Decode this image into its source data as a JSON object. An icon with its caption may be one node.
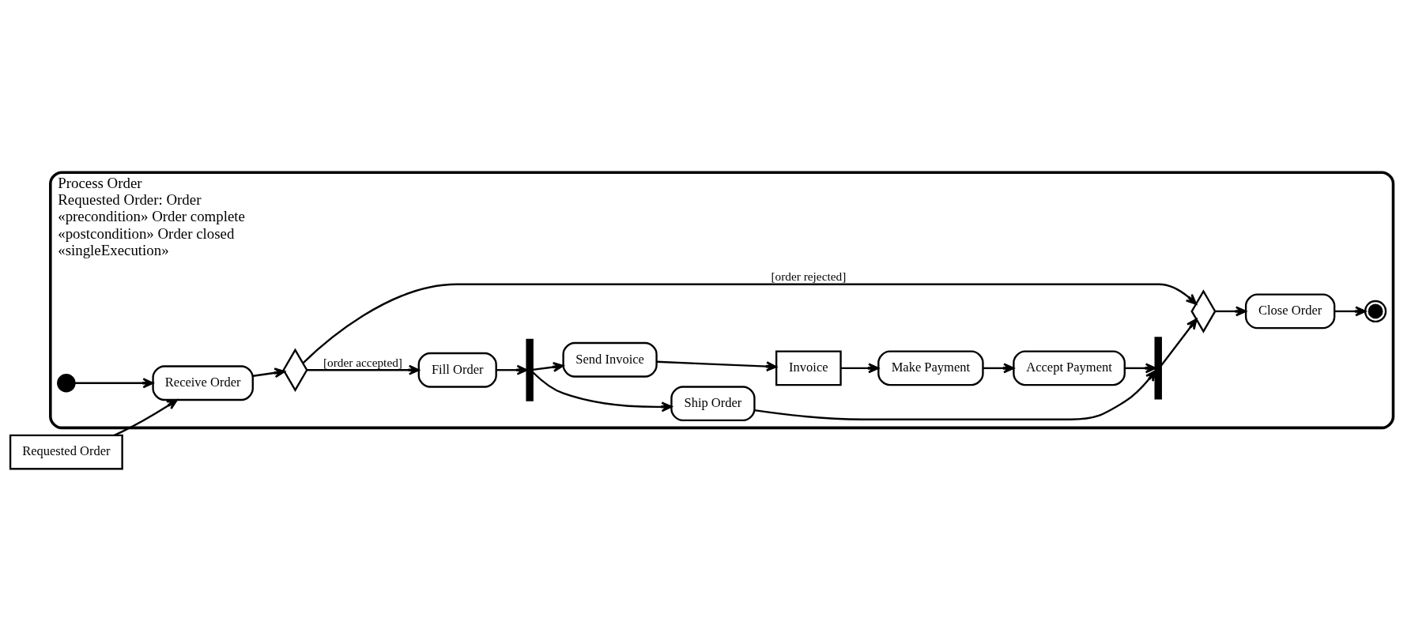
{
  "diagram": {
    "nodes": [
      {
        "text": [
          "Process Order",
          "Requested Order: Order",
          "«precondition» Order complete",
          "«postcondition» Order closed",
          "«singleExecution»"
        ]
      },
      {
        "text": [
          "Requested Order"
        ]
      },
      {
        "text": [
          "Receive Order"
        ],
        "in": 0
      },
      {
        "text": [],
        "shape": "dot",
        "in": 0
      },
      {
        "text": [],
        "shape": "diamond",
        "in": 0
      },
      {
        "text": [
          "Fill Order"
        ],
        "in": 0
      },
      {
        "text": [],
        "shape": "bar",
        "in": 0
      },
      {
        "text": [
          "Ship Order"
        ],
        "in": 0
      },
      {
        "text": [
          "Send Invoice"
        ],
        "in": 0
      },
      {
        "text": [
          "Invoice"
        ],
        "in": 0
      },
      {
        "text": [
          "Make Payment"
        ],
        "in": 0
      },
      {
        "text": [
          "Accept Payment"
        ],
        "in": 0
      },
      {
        "text": [],
        "shape": "bar",
        "in": 0
      },
      {
        "text": [],
        "shape": "diamond",
        "in": 0
      },
      {
        "text": [
          "Close Order"
        ],
        "in": 0
      },
      {
        "text": [],
        "shape": "bullseye",
        "in": 0
      }
    ],
    "edges": [
      {
        "from": 1,
        "to": 2,
        "arrow": "to"
      },
      {
        "from": 3,
        "to": 2,
        "arrow": "to"
      },
      {
        "from": 2,
        "to": 4,
        "arrow": "to"
      },
      {
        "from": 4,
        "to": 5,
        "arrow": "to",
        "label": "[order accepted]"
      },
      {
        "from": 4,
        "to": 13,
        "arrow": "to",
        "label": "[order rejected]"
      },
      {
        "from": 5,
        "to": 6,
        "arrow": "to"
      },
      {
        "from": 6,
        "to": 7,
        "arrow": "to"
      },
      {
        "from": 6,
        "to": 8,
        "arrow": "to"
      },
      {
        "from": 8,
        "to": 9,
        "arrow": "to"
      },
      {
        "from": 9,
        "to": 10,
        "arrow": "to"
      },
      {
        "from": 10,
        "to": 11,
        "arrow": "to"
      },
      {
        "from": 7,
        "to": 12,
        "arrow": "to"
      },
      {
        "from": 11,
        "to": 12,
        "arrow": "to"
      },
      {
        "from": 12,
        "to": 13,
        "arrow": "to"
      },
      {
        "from": 13,
        "to": 14,
        "arrow": "to"
      },
      {
        "from": 14,
        "to": 15,
        "arrow": "to"
      }
    ]
  }
}
